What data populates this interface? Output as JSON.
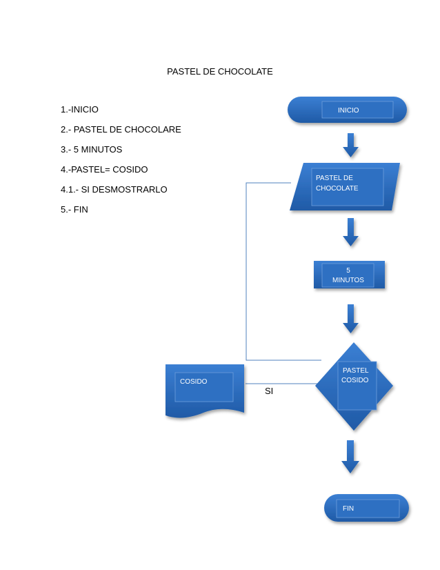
{
  "title": "PASTEL DE CHOCOLATE",
  "steps": [
    "1.-INICIO",
    "2.- PASTEL DE CHOCOLARE",
    "3.- 5 MINUTOS",
    "4.-PASTEL= COSIDO",
    "4.1.- SI DESMOSTRARLO",
    "5.- FIN"
  ],
  "flowchart": {
    "start": "INICIO",
    "input_line1": "PASTEL DE",
    "input_line2": "CHOCOLATE",
    "process_line1": "5",
    "process_line2": "MINUTOS",
    "decision_line1": "PASTEL",
    "decision_line2": "COSIDO",
    "document": "COSIDO",
    "yes_label": "SI",
    "end": "FIN"
  },
  "colors": {
    "shape_fill": "#2c6fbf",
    "shape_inner": "#3a7ed0",
    "line": "#4f81bd",
    "text": "#ffffff"
  }
}
